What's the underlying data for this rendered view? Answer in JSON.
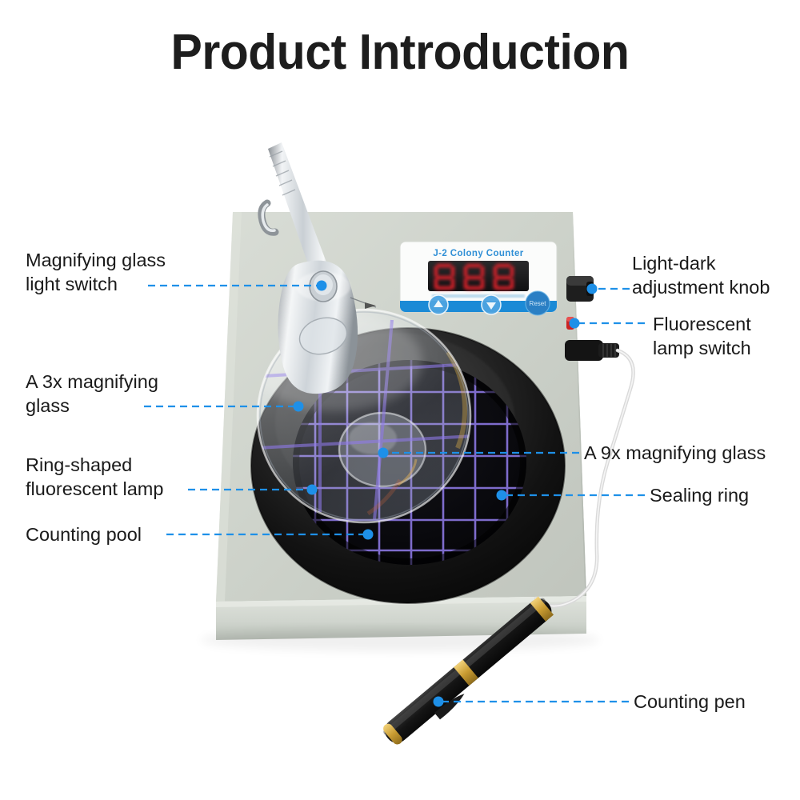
{
  "title": "Product Introduction",
  "colors": {
    "leader_line": "#1e90e8",
    "leader_dot": "#1e90e8",
    "title_text": "#1d1d1d",
    "label_text": "#1a1a1a",
    "body_grey": "#ced3cc",
    "panel_blue": "#1b8ad6",
    "led_red": "#e8222b",
    "grid_violet": "#8f7ae8",
    "background": "#ffffff"
  },
  "device": {
    "panel_brand": "J-2 Colony Counter",
    "led_display": "888",
    "reset_button": "Reset",
    "up_button": "up-arrow",
    "down_button": "down-arrow"
  },
  "callouts": {
    "left": [
      {
        "id": "magnifying-glass-light-switch",
        "label": "Magnifying glass\nlight switch"
      },
      {
        "id": "a-3x-magnifying-glass",
        "label": "A 3x magnifying\nglass"
      },
      {
        "id": "ring-shaped-fluorescent-lamp",
        "label": "Ring-shaped\nfluorescent lamp"
      },
      {
        "id": "counting-pool",
        "label": "Counting pool"
      }
    ],
    "right": [
      {
        "id": "light-dark-adjustment-knob",
        "label": "Light-dark\nadjustment knob"
      },
      {
        "id": "fluorescent-lamp-switch",
        "label": "Fluorescent\nlamp switch"
      },
      {
        "id": "a-9x-magnifying-glass",
        "label": "A 9x magnifying glass"
      },
      {
        "id": "sealing-ring",
        "label": "Sealing ring"
      },
      {
        "id": "counting-pen",
        "label": "Counting pen"
      }
    ]
  }
}
